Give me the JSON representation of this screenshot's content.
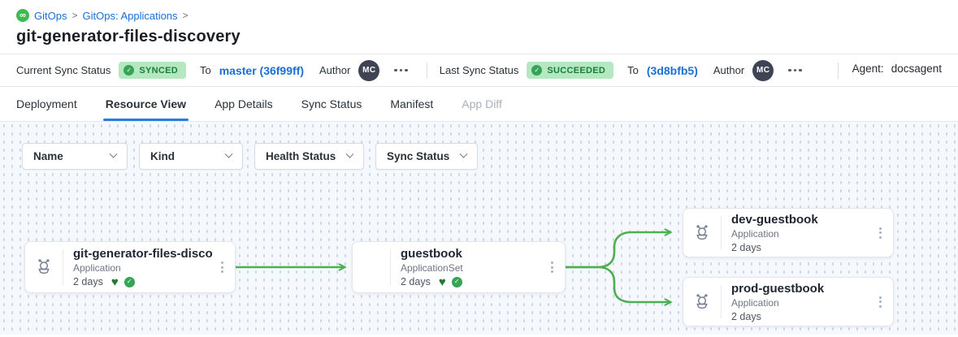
{
  "breadcrumb": {
    "logo_glyph": "∞",
    "separator": ">",
    "items": [
      {
        "label": "GitOps"
      },
      {
        "label": "GitOps: Applications"
      }
    ]
  },
  "page_title": "git-generator-files-discovery",
  "status_bar": {
    "current": {
      "label": "Current Sync Status",
      "badge": "SYNCED",
      "to": "To",
      "revision": "master (36f99ff)",
      "author_label": "Author",
      "author_initials": "MC"
    },
    "last": {
      "label": "Last Sync Status",
      "badge": "SUCCEEDED",
      "to": "To",
      "revision": "(3d8bfb5)",
      "author_label": "Author",
      "author_initials": "MC"
    },
    "agent_label": "Agent:",
    "agent_value": "docsagent"
  },
  "tabs": [
    {
      "label": "Deployment",
      "state": "normal"
    },
    {
      "label": "Resource View",
      "state": "active"
    },
    {
      "label": "App Details",
      "state": "normal"
    },
    {
      "label": "Sync Status",
      "state": "normal"
    },
    {
      "label": "Manifest",
      "state": "normal"
    },
    {
      "label": "App Diff",
      "state": "disabled"
    }
  ],
  "filters": [
    {
      "label": "Name"
    },
    {
      "label": "Kind"
    },
    {
      "label": "Health Status"
    },
    {
      "label": "Sync Status"
    }
  ],
  "graph": {
    "nodes": [
      {
        "title": "git-generator-files-disco...",
        "kind": "Application",
        "age": "2 days",
        "healthy": true,
        "synced": true
      },
      {
        "title": "guestbook",
        "kind": "ApplicationSet",
        "age": "2 days",
        "healthy": true,
        "synced": true
      },
      {
        "title": "dev-guestbook",
        "kind": "Application",
        "age": "2 days",
        "healthy": false,
        "synced": false
      },
      {
        "title": "prod-guestbook",
        "kind": "Application",
        "age": "2 days",
        "healthy": false,
        "synced": false
      }
    ],
    "edges": [
      {
        "from": "git-generator-files-disco...",
        "to": "guestbook"
      },
      {
        "from": "guestbook",
        "to": "dev-guestbook"
      },
      {
        "from": "guestbook",
        "to": "prod-guestbook"
      }
    ],
    "check_glyph": "✓",
    "heart_glyph": "♥"
  },
  "colors": {
    "edge": "#4caf50",
    "badge_bg": "#b5e7c1",
    "badge_text": "#15803b",
    "link": "#1a6fd4",
    "active_tab_underline": "#2e7be0",
    "logo_green": "#3cbb4f"
  }
}
